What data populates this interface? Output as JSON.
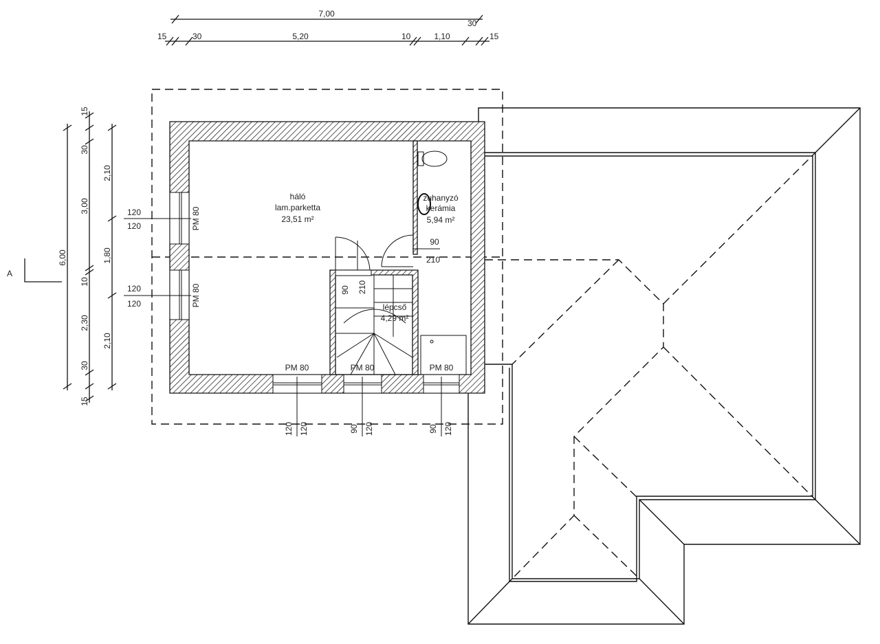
{
  "section_marker": "A",
  "dimensions": {
    "top_total": "7,00",
    "top_right_small": "30",
    "top_segments": [
      "15",
      "30",
      "5,20",
      "10",
      "1,10",
      "15"
    ],
    "left_total": "6,00",
    "left_segments": [
      "15",
      "30",
      "3,00",
      "10",
      "2,30",
      "30",
      "15"
    ],
    "left_openings": [
      "2,10",
      "1,80",
      "2,10"
    ]
  },
  "rooms": [
    {
      "name": "háló",
      "finish": "lam.parketta",
      "area": "23,51 m²"
    },
    {
      "name": "zuhanyzó",
      "finish": "kerámia",
      "area": "5,94 m²"
    },
    {
      "name": "lépcső",
      "area": "4,29 m²"
    }
  ],
  "doors": [
    {
      "width": "90",
      "height": "210"
    },
    {
      "width": "90",
      "height": "210"
    }
  ],
  "windows": {
    "type_label": "PM 80",
    "left": [
      {
        "top": "120",
        "bottom": "120"
      },
      {
        "top": "120",
        "bottom": "120"
      }
    ],
    "bottom": [
      {
        "a": "120",
        "b": "120"
      },
      {
        "a": "90",
        "b": "120"
      },
      {
        "a": "90",
        "b": "120"
      }
    ]
  }
}
